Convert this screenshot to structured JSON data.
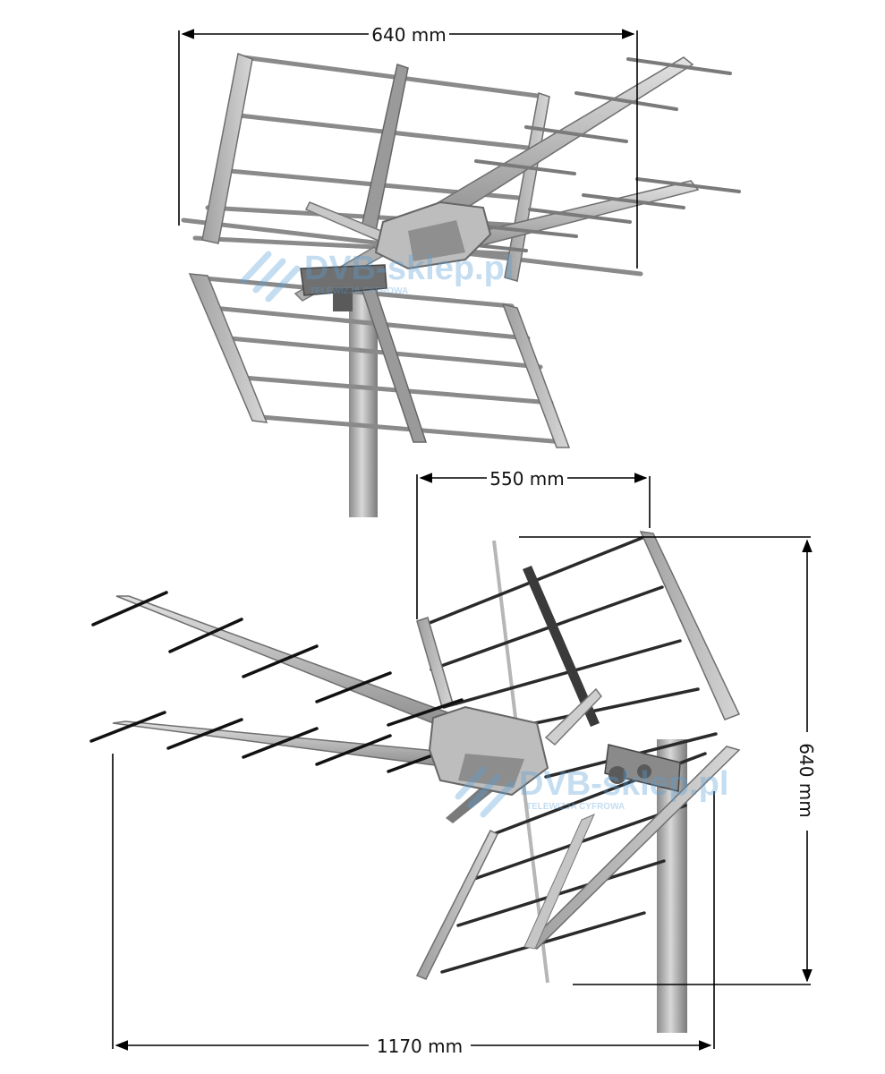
{
  "dimensions": {
    "top_width": "640 mm",
    "bottom_depth": "550 mm",
    "bottom_height": "640 mm",
    "bottom_length": "1170 mm"
  },
  "watermark": {
    "brand": "DVB-sklep.pl",
    "tagline": "TELEWIZJA CYFROWA"
  },
  "colors": {
    "metal_light": "#d4d4d4",
    "metal_mid": "#a8a8a8",
    "metal_dark": "#6e6e6e",
    "element_dark": "#202020",
    "dimension_line": "#000000",
    "watermark_blue": "#5aa0d8"
  }
}
